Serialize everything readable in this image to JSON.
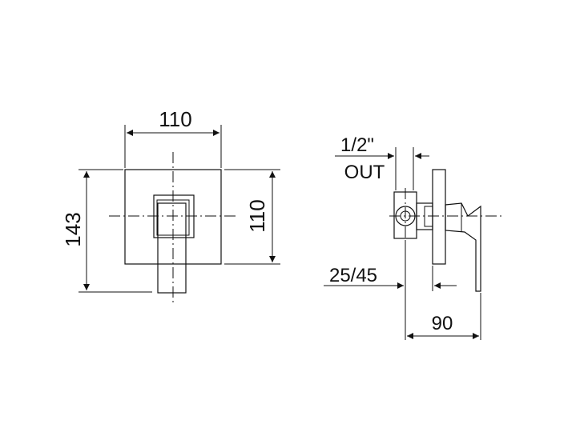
{
  "front_view": {
    "width_label": "110",
    "total_height_label": "143",
    "plate_height_label": "110"
  },
  "side_view": {
    "thread_label": "1/2\"",
    "outlet_label": "OUT",
    "depth_range_label": "25/45",
    "total_depth_label": "90"
  },
  "colors": {
    "line": "#111111",
    "background": "#ffffff"
  }
}
